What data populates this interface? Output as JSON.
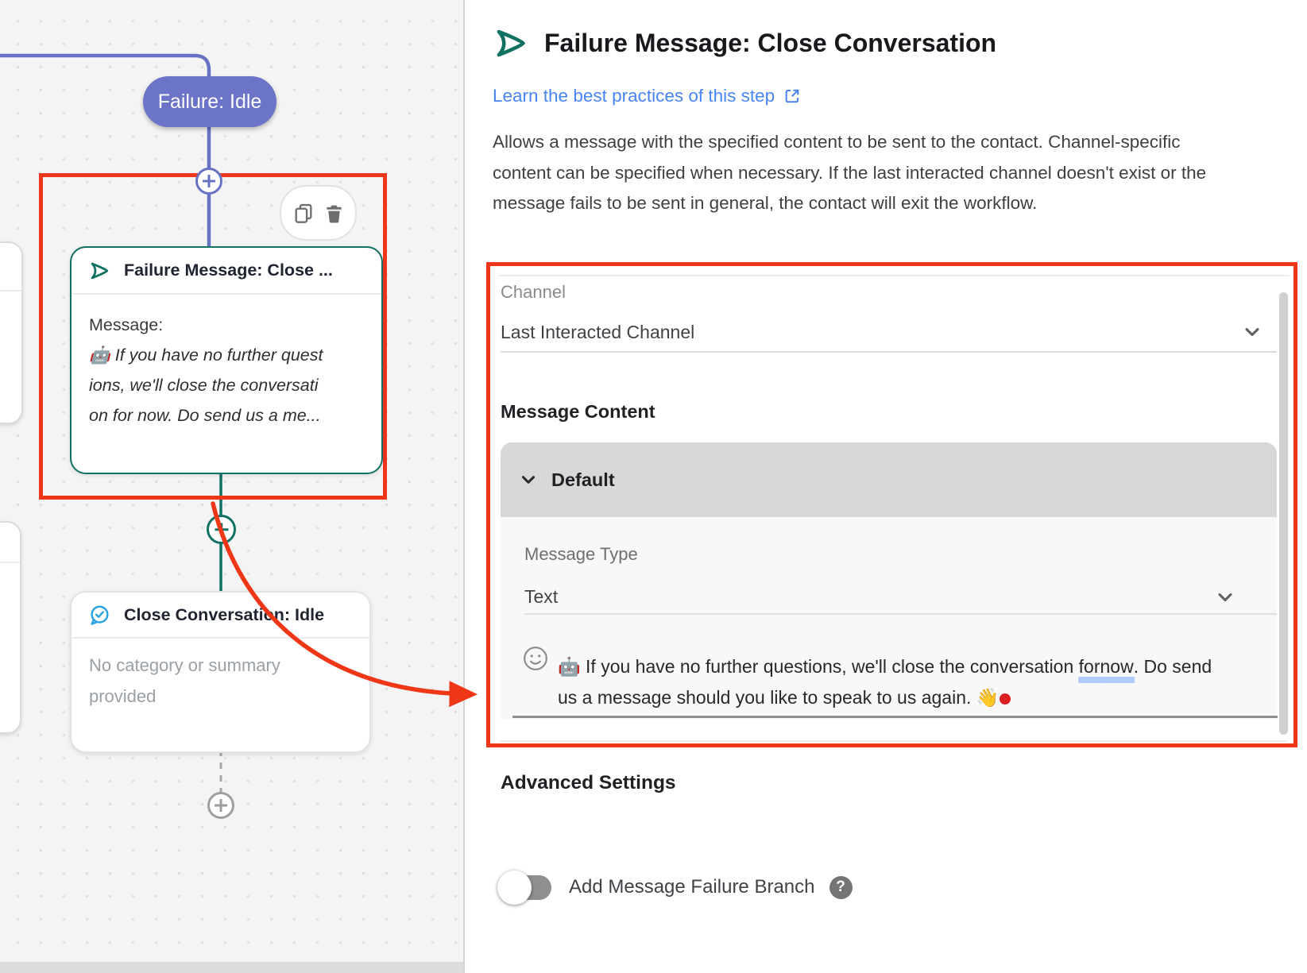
{
  "canvas": {
    "branch_label": "Failure: Idle",
    "failure_node": {
      "title": "Failure Message: Close ...",
      "field_label": "Message:",
      "message_lines": [
        "🤖 If you have no further quest",
        "ions, we'll close the conversati",
        "on for now. Do send us a me..."
      ]
    },
    "close_node": {
      "title": "Close Conversation: Idle",
      "body_lines": [
        "No category or summary",
        "provided"
      ]
    }
  },
  "panel": {
    "title": "Failure Message: Close Conversation",
    "link_label": "Learn the best practices of this step",
    "description": "Allows a message with the specified content to be sent to the contact. Channel-specific content can be specified when necessary. If the last interacted channel doesn't exist or the message fails to be sent in general, the contact will exit the workflow.",
    "form": {
      "channel_label": "Channel",
      "channel_value": "Last Interacted Channel",
      "message_content_label": "Message Content",
      "default_section_label": "Default",
      "message_type_label": "Message Type",
      "message_type_value": "Text",
      "message_line1_pre": "🤖 If you have no further questions, we'll close the conversation ",
      "message_line1_underlined": "for",
      "message_line2_underlined": "now",
      "message_line2_post": ". Do send us a message should you like to speak to us again. 👋"
    },
    "advanced_settings_label": "Advanced Settings",
    "toggle_label": "Add Message Failure Branch",
    "help_glyph": "?"
  },
  "colors": {
    "annotation_red": "#ef3617",
    "teal_accent": "#117163",
    "purple_branch": "#6b74c6",
    "link_blue": "#4884f4",
    "close_icon_blue": "#29a3e2",
    "highlight_blue": "#aecbfa"
  }
}
